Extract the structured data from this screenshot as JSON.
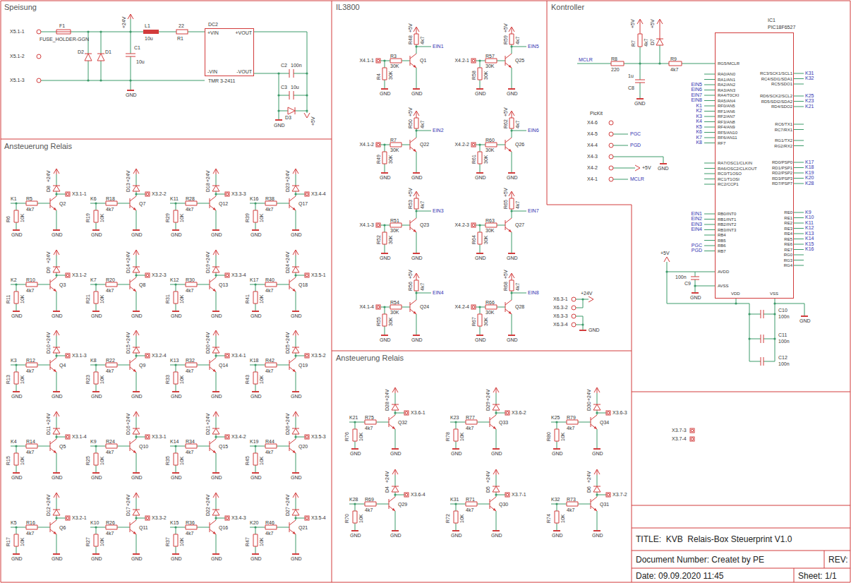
{
  "diagram": {
    "nodes": [
      {
        "text": [
          "Speisung"
        ]
      },
      {
        "text": [
          "Ansteuerung Relais"
        ]
      },
      {
        "text": [
          "IL3800"
        ]
      },
      {
        "text": [
          "Kontroller"
        ]
      },
      {
        "text": [
          "Ansteuerung Relais"
        ]
      },
      {
        "text": [
          "DC2",
          "+VIN",
          "+VOUT",
          "-VIN",
          "-VOUT",
          "TMR 3-2411"
        ],
        "in": 0
      },
      {
        "text": [
          "IC1",
          "PIC18F6527",
          "RG5/MCLR",
          "RA0/AN0",
          "RA1/AN1",
          "RA2/AN2",
          "RA3/AN3",
          "RA4/T0CKI",
          "RA5/AN4",
          "RF0/AN5",
          "RF1/AN6",
          "RF2/AN7",
          "RF3/AN8",
          "RF4/AN9",
          "RF5/AN10",
          "RF6/AN11",
          "RF7",
          "RA7/OSC1/CLKIN",
          "RA6/OSC2/CLKOUT",
          "RC0/T1OSO",
          "RC1/T1OSI",
          "RC2/CCP1",
          "RB0/INT0",
          "RB1/INT1",
          "RB2/INT2",
          "RB3/INT3",
          "RB4",
          "RB5",
          "RB6",
          "RB7",
          "AVDD",
          "AVSS",
          "RC3/SCK1/SCL1",
          "RC4/SDI1/SDA1",
          "RC5/SDO1",
          "RD6/SCK2/SCL2",
          "RD5/SDI2/SDA2",
          "RD4/SDO2",
          "RC6/TX1",
          "RC7/RX1",
          "RG1/TX2",
          "RG2/RX2",
          "RD0/PSP0",
          "RD1/PSP1",
          "RD2/PSP2",
          "RD3/PSP3",
          "RD7/PSP7",
          "RE0",
          "RE1",
          "RE2",
          "RE3",
          "RE4",
          "RE5",
          "RE6",
          "RE7",
          "RG0",
          "RG3",
          "RG4",
          "VDD",
          "VSS"
        ],
        "in": 3
      },
      {
        "text": [
          "TITLE:  KVB  Relais-Box Steuerprint V1.0"
        ]
      },
      {
        "text": [
          "Document Number: Createt by PE"
        ]
      },
      {
        "text": [
          "REV:"
        ]
      },
      {
        "text": [
          "Date: 09.09.2020 11:45"
        ]
      },
      {
        "text": [
          "Sheet: 1/1"
        ]
      }
    ],
    "labels": [
      "X5.1-1",
      "X5.1-2",
      "X5.1-3",
      "F1",
      "FUSE_HOLDER-GGN",
      "D2",
      "D1",
      "+24V",
      "C1",
      "10u",
      "GND",
      "L1",
      "10u",
      "22",
      "R1",
      "C2",
      "100n",
      "C3",
      "10u",
      "D3",
      "+5V",
      "GND",
      "K1",
      "R5",
      "4k7",
      "R6",
      "10K",
      "GND",
      "Q2",
      "D8",
      "+24V",
      "X3.1-1",
      "GND",
      "K2",
      "R10",
      "4k7",
      "R11",
      "10K",
      "GND",
      "Q3",
      "D9",
      "+24V",
      "X3.1-2",
      "GND",
      "K3",
      "R12",
      "4k7",
      "R13",
      "10K",
      "GND",
      "Q4",
      "D10",
      "+24V",
      "X3.1-3",
      "GND",
      "K4",
      "R14",
      "4k7",
      "R15",
      "10K",
      "GND",
      "Q5",
      "D11",
      "+24V",
      "X3.1-4",
      "GND",
      "K5",
      "R16",
      "4k7",
      "R17",
      "10K",
      "GND",
      "Q6",
      "D12",
      "+24V",
      "X3.2-1",
      "GND",
      "K6",
      "R18",
      "4k7",
      "R19",
      "10K",
      "GND",
      "Q7",
      "D13",
      "+24V",
      "X3.2-2",
      "GND",
      "K7",
      "R20",
      "4k7",
      "R21",
      "10K",
      "GND",
      "Q8",
      "D14",
      "+24V",
      "X3.2-3",
      "GND",
      "K8",
      "R22",
      "4k7",
      "R23",
      "10K",
      "GND",
      "Q9",
      "D15",
      "+24V",
      "X3.2-4",
      "GND",
      "K9",
      "R24",
      "4k7",
      "R25",
      "10K",
      "GND",
      "Q10",
      "D16",
      "+24V",
      "X3.3-1",
      "GND",
      "K10",
      "R26",
      "4k7",
      "R27",
      "10K",
      "GND",
      "Q11",
      "D17",
      "+24V",
      "X3.3-2",
      "GND",
      "K11",
      "R28",
      "4k7",
      "R29",
      "10K",
      "GND",
      "Q12",
      "D18",
      "+24V",
      "X3.3-3",
      "GND",
      "K12",
      "R30",
      "4k7",
      "R31",
      "10K",
      "GND",
      "Q13",
      "D19",
      "+24V",
      "X3.3-4",
      "GND",
      "K13",
      "R32",
      "4k7",
      "R33",
      "10K",
      "GND",
      "Q14",
      "D20",
      "+24V",
      "X3.4-1",
      "GND",
      "K14",
      "R34",
      "4k7",
      "R35",
      "10K",
      "GND",
      "Q15",
      "D21",
      "+24V",
      "X3.4-2",
      "GND",
      "K15",
      "R36",
      "4k7",
      "R37",
      "10K",
      "GND",
      "Q16",
      "D22",
      "+24V",
      "X3.4-3",
      "GND",
      "K16",
      "R38",
      "4k7",
      "R39",
      "10K",
      "GND",
      "Q17",
      "D23",
      "+24V",
      "X3.4-4",
      "GND",
      "K17",
      "R40",
      "4k7",
      "R41",
      "10K",
      "GND",
      "Q18",
      "D24",
      "+24V",
      "X3.5-1",
      "GND",
      "K18",
      "R42",
      "4k7",
      "R43",
      "10K",
      "GND",
      "Q19",
      "D25",
      "+24V",
      "X3.5-2",
      "GND",
      "K19",
      "R44",
      "4k7",
      "R45",
      "10K",
      "GND",
      "Q20",
      "D26",
      "+24V",
      "X3.5-3",
      "GND",
      "K20",
      "R46",
      "4k7",
      "R47",
      "10K",
      "GND",
      "Q21",
      "D27",
      "+24V",
      "X3.5-4",
      "GND",
      "K21",
      "R75",
      "4k7",
      "R76",
      "10K",
      "GND",
      "Q32",
      "D28",
      "+24V",
      "X3.6-1",
      "GND",
      "K23",
      "R77",
      "4k7",
      "R78",
      "10K",
      "GND",
      "Q33",
      "D29",
      "+24V",
      "X3.6-2",
      "GND",
      "K25",
      "R79",
      "4k7",
      "R80",
      "10K",
      "GND",
      "Q34",
      "D30",
      "+24V",
      "X3.6-3",
      "GND",
      "K28",
      "R69",
      "4k7",
      "R70",
      "10K",
      "GND",
      "Q29",
      "D4",
      "+24V",
      "X3.6-4",
      "GND",
      "K31",
      "R71",
      "4k7",
      "R72",
      "10K",
      "GND",
      "Q30",
      "D5",
      "+24V",
      "X3.7-1",
      "GND",
      "K32",
      "R73",
      "4k7",
      "R74",
      "10K",
      "GND",
      "Q31",
      "D6",
      "+24V",
      "X3.7-2",
      "GND",
      "X4.1-1",
      "R3",
      "30K",
      "R4",
      "30K",
      "GND",
      "Q1",
      "R48",
      "4k7",
      "+5V",
      "EIN1",
      "GND",
      "X4.1-2",
      "R7",
      "30K",
      "R49",
      "30K",
      "GND",
      "Q22",
      "R50",
      "4k7",
      "+5V",
      "EIN2",
      "GND",
      "X4.1-3",
      "R51",
      "30K",
      "R52",
      "30K",
      "GND",
      "Q23",
      "R53",
      "4k7",
      "+5V",
      "EIN3",
      "GND",
      "X4.1-4",
      "R54",
      "30K",
      "R55",
      "30K",
      "GND",
      "Q24",
      "R56",
      "4k7",
      "+5V",
      "EIN4",
      "GND",
      "X4.2-1",
      "R57",
      "30K",
      "R58",
      "30K",
      "GND",
      "Q25",
      "R59",
      "4k7",
      "+5V",
      "EIN5",
      "GND",
      "X4.2-2",
      "R60",
      "30K",
      "R61",
      "30K",
      "GND",
      "Q26",
      "R62",
      "4k7",
      "+5V",
      "EIN6",
      "GND",
      "X4.2-3",
      "R63",
      "30K",
      "R64",
      "30K",
      "GND",
      "Q27",
      "R65",
      "4k7",
      "+5V",
      "EIN7",
      "GND",
      "X4.2-4",
      "R66",
      "30K",
      "R67",
      "30K",
      "GND",
      "Q28",
      "R68",
      "4k7",
      "+5V",
      "EIN8",
      "GND",
      "+5V",
      "R7",
      "4k7",
      "+5V",
      "D7",
      "MCLR",
      "R8",
      "220",
      "R9",
      "4k7",
      "1u",
      "C8",
      "GND",
      "PicKit",
      "X4-6",
      "X4-5",
      "X4-4",
      "X4-3",
      "X4-2",
      "X4-1",
      "PGC",
      "PGD",
      "GND",
      "+5V",
      "MCLR",
      "+5V",
      "100n",
      "C9",
      "GND",
      "C10",
      "100n",
      "C11",
      "100n",
      "C12",
      "100n",
      "GND",
      "+24V",
      "X6.3-1",
      "X6.3-2",
      "X6.3-3",
      "X6.3-4",
      "GND",
      "X3.7-3",
      "X3.7-4",
      "EIN5",
      "EIN6",
      "EIN7",
      "EIN8",
      "K1",
      "K2",
      "K3",
      "K4",
      "K5",
      "K6",
      "K7",
      "K8",
      "EIN1",
      "EIN2",
      "EIN3",
      "EIN4",
      "PGC",
      "PGD",
      "K31",
      "K32",
      "K25",
      "K23",
      "K21",
      "K17",
      "K18",
      "K19",
      "K20",
      "K28",
      "K9",
      "K10",
      "K11",
      "K12",
      "K13",
      "K14",
      "K15",
      "K16"
    ]
  }
}
